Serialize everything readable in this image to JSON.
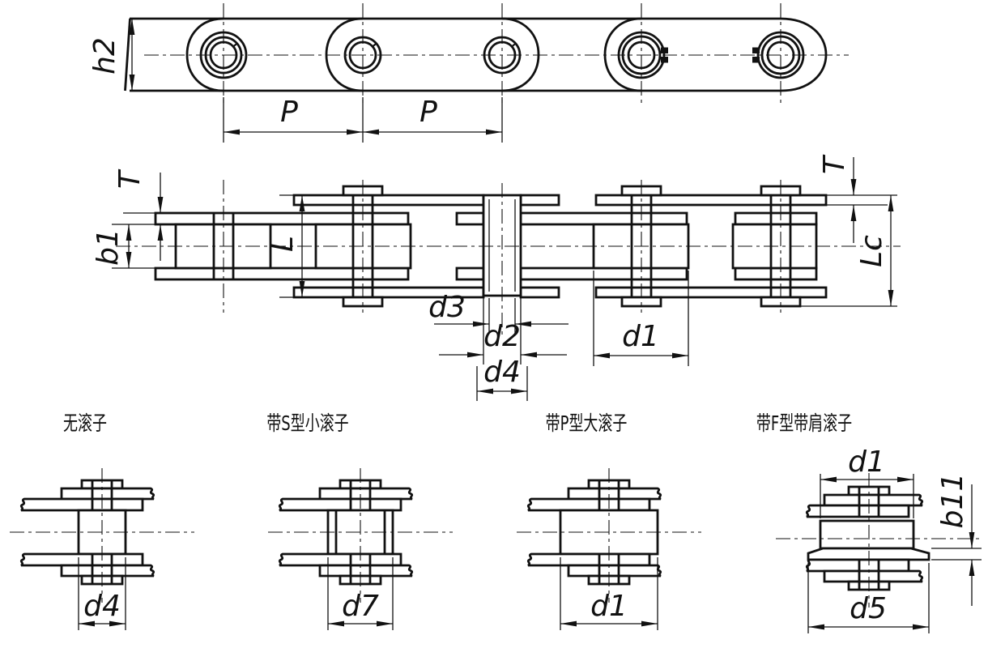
{
  "labels": {
    "h2": "h2",
    "P": "P",
    "T": "T",
    "b1": "b1",
    "L": "L",
    "Lc": "Lc",
    "d1": "d1",
    "d2": "d2",
    "d3": "d3",
    "d4": "d4",
    "d5": "d5",
    "d7": "d7",
    "b11": "b11"
  },
  "variants": [
    {
      "caption": "无滚子",
      "bottom_dim": "d4"
    },
    {
      "caption": "带S型小滚子",
      "bottom_dim": "d7"
    },
    {
      "caption": "带P型大滚子",
      "bottom_dim": "d1"
    },
    {
      "caption": "带F型带肩滚子",
      "top_dim": "d1",
      "side_dim": "b11",
      "bottom_dim": "d5"
    }
  ],
  "colors": {
    "line": "#111111",
    "background": "#ffffff"
  }
}
